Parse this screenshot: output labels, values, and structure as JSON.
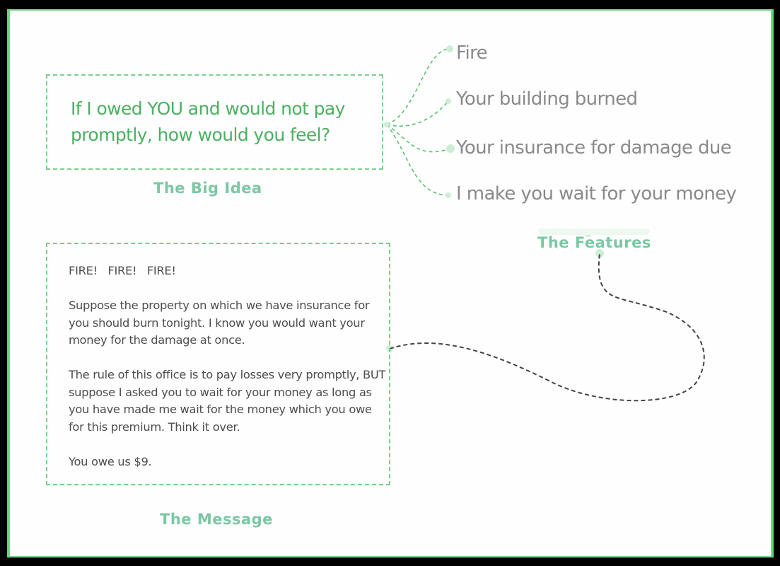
{
  "diagram": {
    "big_idea": {
      "text": "If I owed YOU and would not pay promptly, how would you feel?",
      "label": "The Big Idea"
    },
    "features": {
      "label": "The Features",
      "items": [
        {
          "text": "Fire"
        },
        {
          "text": "Your building burned"
        },
        {
          "text": "Your insurance for damage due"
        },
        {
          "text": "I make you wait for your money"
        }
      ]
    },
    "message": {
      "label": "The Message",
      "paragraphs": [
        "FIRE!   FIRE!   FIRE!",
        "Suppose the property on which we have insurance for you should burn tonight. I know you would want your money for the damage at once.",
        "The rule of this office is to pay losses very promptly, BUT suppose I asked you to wait for your money as long as you have made me wait for the money which you owe for this premium. Think it over.",
        "You owe us $9."
      ]
    },
    "colors": {
      "accent_green": "#4caf63",
      "border_green": "#7ccf8c",
      "label_teal": "#7cc7a4",
      "feature_gray": "#8a8a8a",
      "message_text": "#4d4d4d",
      "connector_dark": "#444444"
    }
  }
}
